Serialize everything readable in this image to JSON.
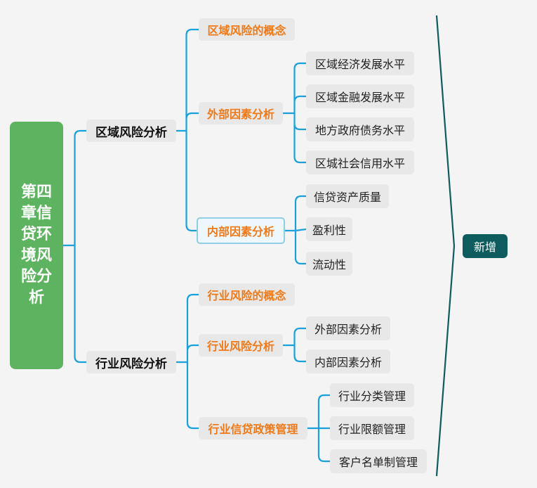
{
  "root": "第四章信贷环境风险分析",
  "branches": [
    {
      "label": "区域风险分析",
      "children": [
        {
          "label": "区域风险的概念",
          "children": []
        },
        {
          "label": "外部因素分析",
          "children": [
            "区域经济发展水平",
            "区域金融发展水平",
            "地方政府债务水平",
            "区城社会信用水平"
          ]
        },
        {
          "label": "内部因素分析",
          "selected": true,
          "children": [
            "信贷资产质量",
            "盈利性",
            "流动性"
          ]
        }
      ]
    },
    {
      "label": "行业风险分析",
      "children": [
        {
          "label": "行业风险的概念",
          "children": []
        },
        {
          "label": "行业风险分析",
          "children": [
            "外部因素分析",
            "内部因素分析"
          ]
        },
        {
          "label": "行业信贷政策管理",
          "children": [
            "行业分类管理",
            "行业限额管理",
            "客户名单制管理"
          ]
        }
      ]
    }
  ],
  "summary_label": "新增",
  "colors": {
    "connector": "#1aa0dc",
    "root_fill": "#5db35f",
    "level2_text": "#f07a1a",
    "summary_fill": "#0f5c5f",
    "bracket": "#0f5c5f"
  }
}
